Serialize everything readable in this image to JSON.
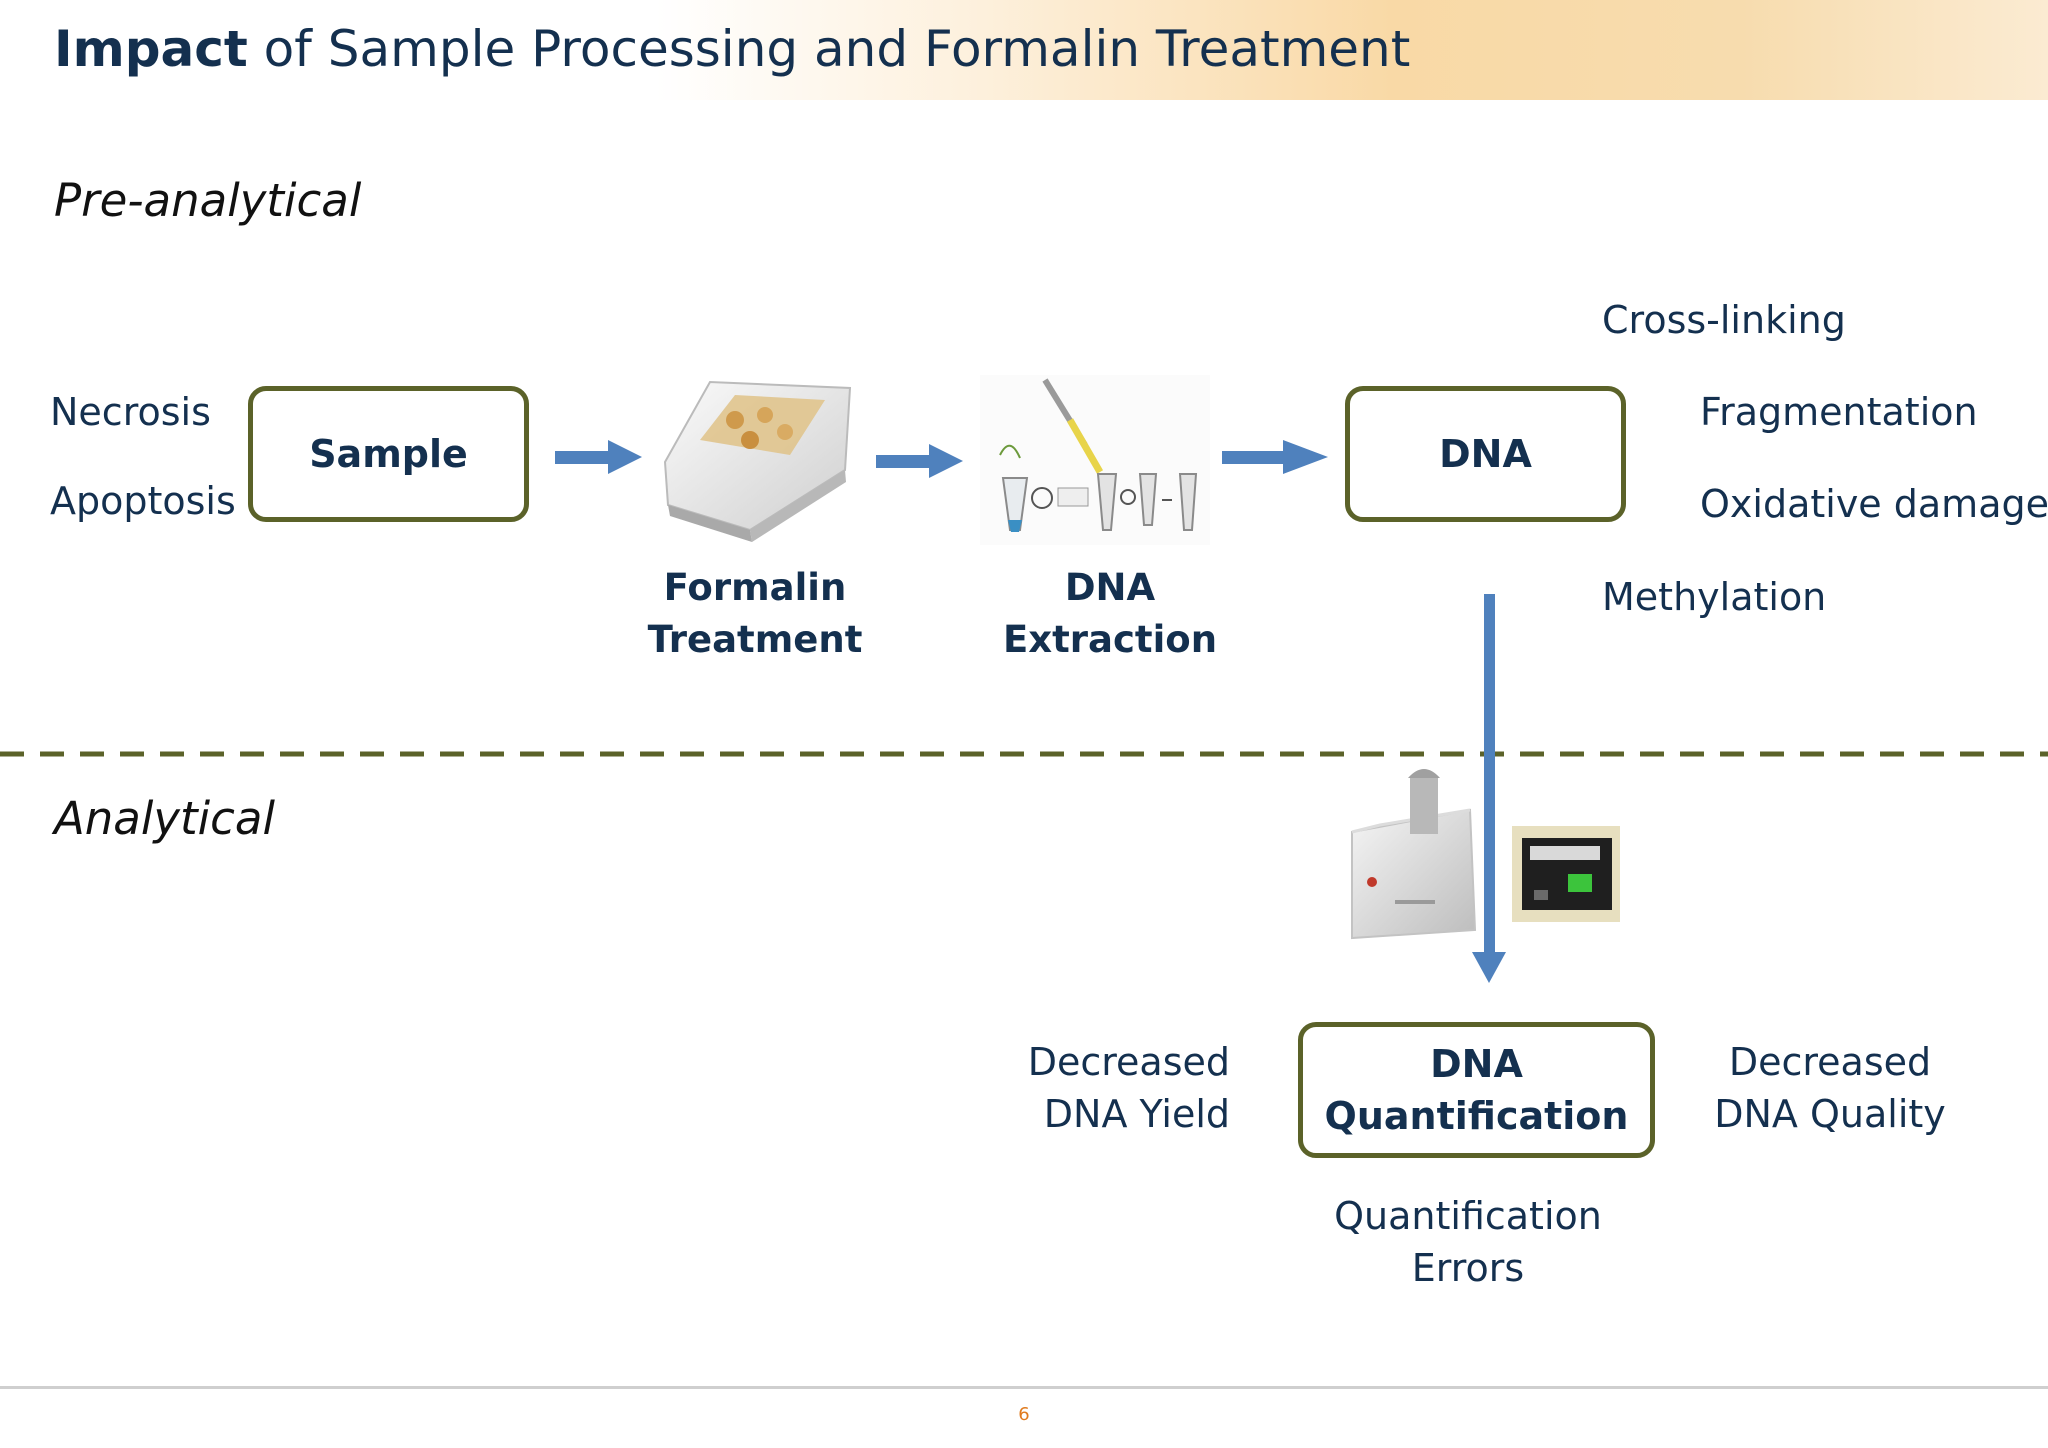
{
  "header": {
    "title_bold": "Impact",
    "title_rest": " of Sample Processing and Formalin Treatment"
  },
  "sections": {
    "pre": "Pre-analytical",
    "analytical": "Analytical"
  },
  "left_notes": {
    "necrosis": "Necrosis",
    "apoptosis": "Apoptosis"
  },
  "nodes": {
    "sample": "Sample",
    "dna": "DNA",
    "quant_line1": "DNA",
    "quant_line2": "Quantification"
  },
  "steps": {
    "formalin_line1": "Formalin",
    "formalin_line2": "Treatment",
    "extraction": "DNA Extraction"
  },
  "dna_effects": {
    "crosslinking": "Cross-linking",
    "fragmentation": "Fragmentation",
    "oxidative": "Oxidative damage",
    "methylation": "Methylation"
  },
  "outcomes": {
    "yield_line1": "Decreased",
    "yield_line2": "DNA Yield",
    "quality_line1": "Decreased",
    "quality_line2": "DNA Quality",
    "errors_line1": "Quantification",
    "errors_line2": "Errors"
  },
  "colors": {
    "arrow": "#4f81bd",
    "box_border": "#5b6229",
    "dashed_line": "#5b6229",
    "title": "#14304f",
    "page_number": "#e07b1f"
  },
  "footer": {
    "page_number": "6"
  }
}
